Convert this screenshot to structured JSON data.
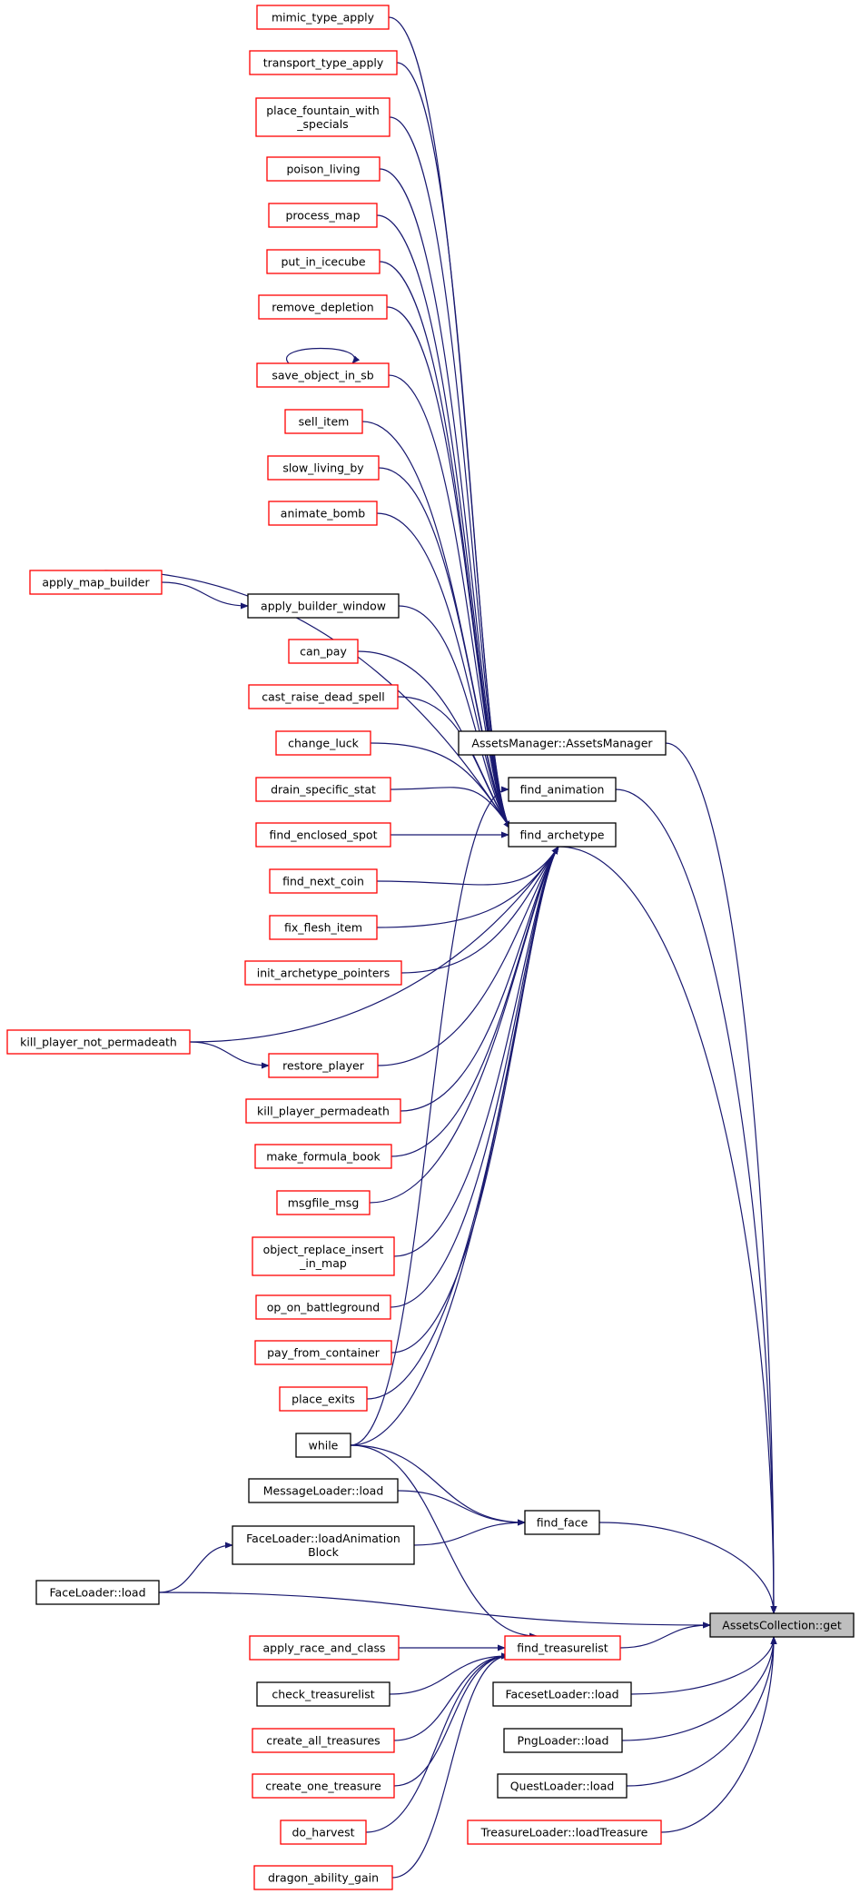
{
  "colors": {
    "edge": "#191970",
    "border_red": "#ff0000",
    "border_black": "#000000",
    "target_fill": "#bfbfbf",
    "node_fill": "#ffffff"
  },
  "nodes": {
    "mimic_type_apply": {
      "lines": [
        "mimic_type_apply"
      ],
      "style": "red"
    },
    "transport_type_apply": {
      "lines": [
        "transport_type_apply"
      ],
      "style": "red"
    },
    "place_fountain_with_specials": {
      "lines": [
        "place_fountain_with",
        "_specials"
      ],
      "style": "red"
    },
    "poison_living": {
      "lines": [
        "poison_living"
      ],
      "style": "red"
    },
    "process_map": {
      "lines": [
        "process_map"
      ],
      "style": "red"
    },
    "put_in_icecube": {
      "lines": [
        "put_in_icecube"
      ],
      "style": "red"
    },
    "remove_depletion": {
      "lines": [
        "remove_depletion"
      ],
      "style": "red"
    },
    "save_object_in_sb": {
      "lines": [
        "save_object_in_sb"
      ],
      "style": "red"
    },
    "sell_item": {
      "lines": [
        "sell_item"
      ],
      "style": "red"
    },
    "slow_living_by": {
      "lines": [
        "slow_living_by"
      ],
      "style": "red"
    },
    "animate_bomb": {
      "lines": [
        "animate_bomb"
      ],
      "style": "red"
    },
    "apply_map_builder": {
      "lines": [
        "apply_map_builder"
      ],
      "style": "red"
    },
    "apply_builder_window": {
      "lines": [
        "apply_builder_window"
      ],
      "style": "black"
    },
    "can_pay": {
      "lines": [
        "can_pay"
      ],
      "style": "red"
    },
    "cast_raise_dead_spell": {
      "lines": [
        "cast_raise_dead_spell"
      ],
      "style": "red"
    },
    "change_luck": {
      "lines": [
        "change_luck"
      ],
      "style": "red"
    },
    "drain_specific_stat": {
      "lines": [
        "drain_specific_stat"
      ],
      "style": "red"
    },
    "find_enclosed_spot": {
      "lines": [
        "find_enclosed_spot"
      ],
      "style": "red"
    },
    "find_next_coin": {
      "lines": [
        "find_next_coin"
      ],
      "style": "red"
    },
    "fix_flesh_item": {
      "lines": [
        "fix_flesh_item"
      ],
      "style": "red"
    },
    "init_archetype_pointers": {
      "lines": [
        "init_archetype_pointers"
      ],
      "style": "red"
    },
    "kill_player_not_permadeath": {
      "lines": [
        "kill_player_not_permadeath"
      ],
      "style": "red"
    },
    "restore_player": {
      "lines": [
        "restore_player"
      ],
      "style": "red"
    },
    "kill_player_permadeath": {
      "lines": [
        "kill_player_permadeath"
      ],
      "style": "red"
    },
    "make_formula_book": {
      "lines": [
        "make_formula_book"
      ],
      "style": "red"
    },
    "msgfile_msg": {
      "lines": [
        "msgfile_msg"
      ],
      "style": "red"
    },
    "object_replace_insert_in_map": {
      "lines": [
        "object_replace_insert",
        "_in_map"
      ],
      "style": "red"
    },
    "op_on_battleground": {
      "lines": [
        "op_on_battleground"
      ],
      "style": "red"
    },
    "pay_from_container": {
      "lines": [
        "pay_from_container"
      ],
      "style": "red"
    },
    "place_exits": {
      "lines": [
        "place_exits"
      ],
      "style": "red"
    },
    "while": {
      "lines": [
        "while"
      ],
      "style": "black"
    },
    "message_loader_load": {
      "lines": [
        "MessageLoader::load"
      ],
      "style": "black"
    },
    "face_loader_load_animation_block": {
      "lines": [
        "FaceLoader::loadAnimation",
        "Block"
      ],
      "style": "black"
    },
    "face_loader_load": {
      "lines": [
        "FaceLoader::load"
      ],
      "style": "black"
    },
    "apply_race_and_class": {
      "lines": [
        "apply_race_and_class"
      ],
      "style": "red"
    },
    "check_treasurelist": {
      "lines": [
        "check_treasurelist"
      ],
      "style": "black"
    },
    "create_all_treasures": {
      "lines": [
        "create_all_treasures"
      ],
      "style": "red"
    },
    "create_one_treasure": {
      "lines": [
        "create_one_treasure"
      ],
      "style": "red"
    },
    "do_harvest": {
      "lines": [
        "do_harvest"
      ],
      "style": "red"
    },
    "dragon_ability_gain": {
      "lines": [
        "dragon_ability_gain"
      ],
      "style": "red"
    },
    "assets_manager": {
      "lines": [
        "AssetsManager::AssetsManager"
      ],
      "style": "black"
    },
    "find_animation": {
      "lines": [
        "find_animation"
      ],
      "style": "black"
    },
    "find_archetype": {
      "lines": [
        "find_archetype"
      ],
      "style": "black"
    },
    "find_face": {
      "lines": [
        "find_face"
      ],
      "style": "black"
    },
    "find_treasurelist": {
      "lines": [
        "find_treasurelist"
      ],
      "style": "red"
    },
    "faceset_loader_load": {
      "lines": [
        "FacesetLoader::load"
      ],
      "style": "black"
    },
    "png_loader_load": {
      "lines": [
        "PngLoader::load"
      ],
      "style": "black"
    },
    "quest_loader_load": {
      "lines": [
        "QuestLoader::load"
      ],
      "style": "black"
    },
    "treasure_loader_load_treasure": {
      "lines": [
        "TreasureLoader::loadTreasure"
      ],
      "style": "red"
    },
    "assets_collection_get": {
      "lines": [
        "AssetsCollection::get"
      ],
      "style": "target"
    }
  },
  "edges": [
    [
      "mimic_type_apply",
      "find_archetype"
    ],
    [
      "transport_type_apply",
      "find_archetype"
    ],
    [
      "place_fountain_with_specials",
      "find_archetype"
    ],
    [
      "poison_living",
      "find_archetype"
    ],
    [
      "process_map",
      "find_archetype"
    ],
    [
      "put_in_icecube",
      "find_archetype"
    ],
    [
      "remove_depletion",
      "find_archetype"
    ],
    [
      "save_object_in_sb",
      "find_archetype"
    ],
    [
      "save_object_in_sb",
      "save_object_in_sb"
    ],
    [
      "sell_item",
      "find_archetype"
    ],
    [
      "slow_living_by",
      "find_archetype"
    ],
    [
      "animate_bomb",
      "find_archetype"
    ],
    [
      "apply_map_builder",
      "find_archetype"
    ],
    [
      "apply_map_builder",
      "apply_builder_window"
    ],
    [
      "apply_builder_window",
      "find_archetype"
    ],
    [
      "can_pay",
      "find_archetype"
    ],
    [
      "cast_raise_dead_spell",
      "find_archetype"
    ],
    [
      "change_luck",
      "find_archetype"
    ],
    [
      "drain_specific_stat",
      "find_archetype"
    ],
    [
      "find_enclosed_spot",
      "find_archetype"
    ],
    [
      "find_next_coin",
      "find_archetype"
    ],
    [
      "fix_flesh_item",
      "find_archetype"
    ],
    [
      "init_archetype_pointers",
      "find_archetype"
    ],
    [
      "kill_player_not_permadeath",
      "find_archetype"
    ],
    [
      "kill_player_not_permadeath",
      "restore_player"
    ],
    [
      "restore_player",
      "find_archetype"
    ],
    [
      "kill_player_permadeath",
      "find_archetype"
    ],
    [
      "make_formula_book",
      "find_archetype"
    ],
    [
      "msgfile_msg",
      "find_archetype"
    ],
    [
      "object_replace_insert_in_map",
      "find_archetype"
    ],
    [
      "op_on_battleground",
      "find_archetype"
    ],
    [
      "pay_from_container",
      "find_archetype"
    ],
    [
      "place_exits",
      "find_archetype"
    ],
    [
      "while",
      "find_archetype"
    ],
    [
      "while",
      "find_animation"
    ],
    [
      "while",
      "find_face"
    ],
    [
      "while",
      "find_treasurelist"
    ],
    [
      "message_loader_load",
      "find_face"
    ],
    [
      "face_loader_load_animation_block",
      "find_face"
    ],
    [
      "face_loader_load",
      "face_loader_load_animation_block"
    ],
    [
      "face_loader_load",
      "assets_collection_get"
    ],
    [
      "apply_race_and_class",
      "find_treasurelist"
    ],
    [
      "check_treasurelist",
      "find_treasurelist"
    ],
    [
      "create_all_treasures",
      "find_treasurelist"
    ],
    [
      "create_one_treasure",
      "find_treasurelist"
    ],
    [
      "do_harvest",
      "find_treasurelist"
    ],
    [
      "dragon_ability_gain",
      "find_treasurelist"
    ],
    [
      "assets_manager",
      "assets_collection_get"
    ],
    [
      "find_animation",
      "assets_collection_get"
    ],
    [
      "find_archetype",
      "assets_collection_get"
    ],
    [
      "find_face",
      "assets_collection_get"
    ],
    [
      "find_treasurelist",
      "assets_collection_get"
    ],
    [
      "faceset_loader_load",
      "assets_collection_get"
    ],
    [
      "png_loader_load",
      "assets_collection_get"
    ],
    [
      "quest_loader_load",
      "assets_collection_get"
    ],
    [
      "treasure_loader_load_treasure",
      "assets_collection_get"
    ]
  ]
}
